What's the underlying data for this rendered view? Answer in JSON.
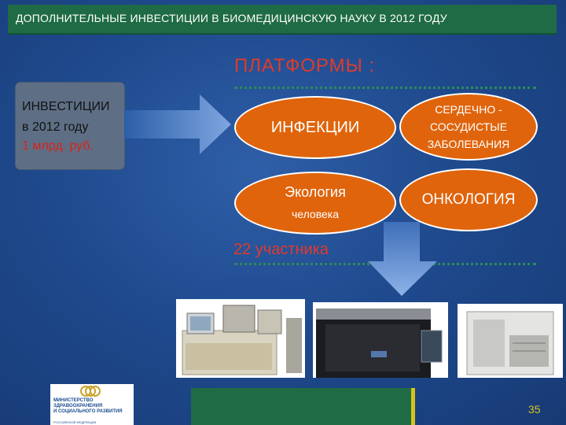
{
  "header": {
    "title": "ДОПОЛНИТЕЛЬНЫЕ ИНВЕСТИЦИИ В БИОМЕДИЦИНСКУЮ НАУКУ В  2012 ГОДУ"
  },
  "platforms_title": "ПЛАТФОРМЫ :",
  "investment": {
    "line1": "ИНВЕСТИЦИИ",
    "line2": "в 2012 году",
    "line3": "1 млрд. руб."
  },
  "platforms": [
    {
      "line1": "ИНФЕКЦИИ",
      "line2": ""
    },
    {
      "line1": "СЕРДЕЧНО -",
      "line2": "СОСУДИСТЫЕ",
      "line3": "ЗАБОЛЕВАНИЯ"
    },
    {
      "line1": "Экология",
      "line2": "человека"
    },
    {
      "line1": "ОНКОЛОГИЯ",
      "line2": ""
    }
  ],
  "participants": "22 участника",
  "logo": {
    "line1": "МИНИСТЕРСТВО",
    "line2": "ЗДРАВООХРАНЕНИЯ",
    "line3": "И СОЦИАЛЬНОГО РАЗВИТИЯ",
    "line4": "РОССИЙСКОЙ ФЕДЕРАЦИИ"
  },
  "page_number": "35",
  "colors": {
    "header_bg": "#1f6b45",
    "accent_red": "#e03b2a",
    "oval_orange": "#e0640c",
    "arrow_blue": "#7aa2dd",
    "page_num": "#d8c21a"
  }
}
